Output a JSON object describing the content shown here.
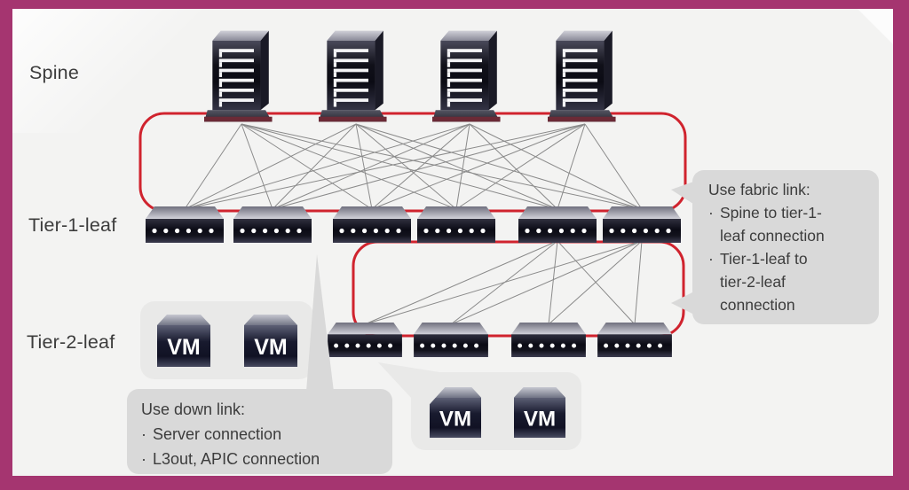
{
  "theme": {
    "frame-magenta": "#a53570",
    "canvas-bg": "#f3f3f2",
    "highlight-red": "#d0232e",
    "link-line": "#8a8a8a",
    "callout-bg": "#d9d9d9",
    "vm-group-bg": "#e9e9e8",
    "text-color": "#3c3c3c"
  },
  "labels": {
    "spine": "Spine",
    "tier1_leaf": "Tier-1-leaf",
    "tier2_leaf": "Tier-2-leaf"
  },
  "callouts": {
    "fabric_link": {
      "title": "Use fabric link:",
      "bullet_char": "·",
      "bullets": [
        "Spine to tier-1-leaf connection",
        "Tier-1-leaf to tier-2-leaf connection"
      ]
    },
    "down_link": {
      "title": "Use down link:",
      "bullet_char": "·",
      "bullets": [
        "Server connection",
        "L3out, APIC connection"
      ]
    }
  },
  "devices": {
    "spine_count": 4,
    "tier1_leaf_count": 6,
    "tier2_leaf_count": 4,
    "vm_count": 4,
    "vm_label": "VM"
  }
}
